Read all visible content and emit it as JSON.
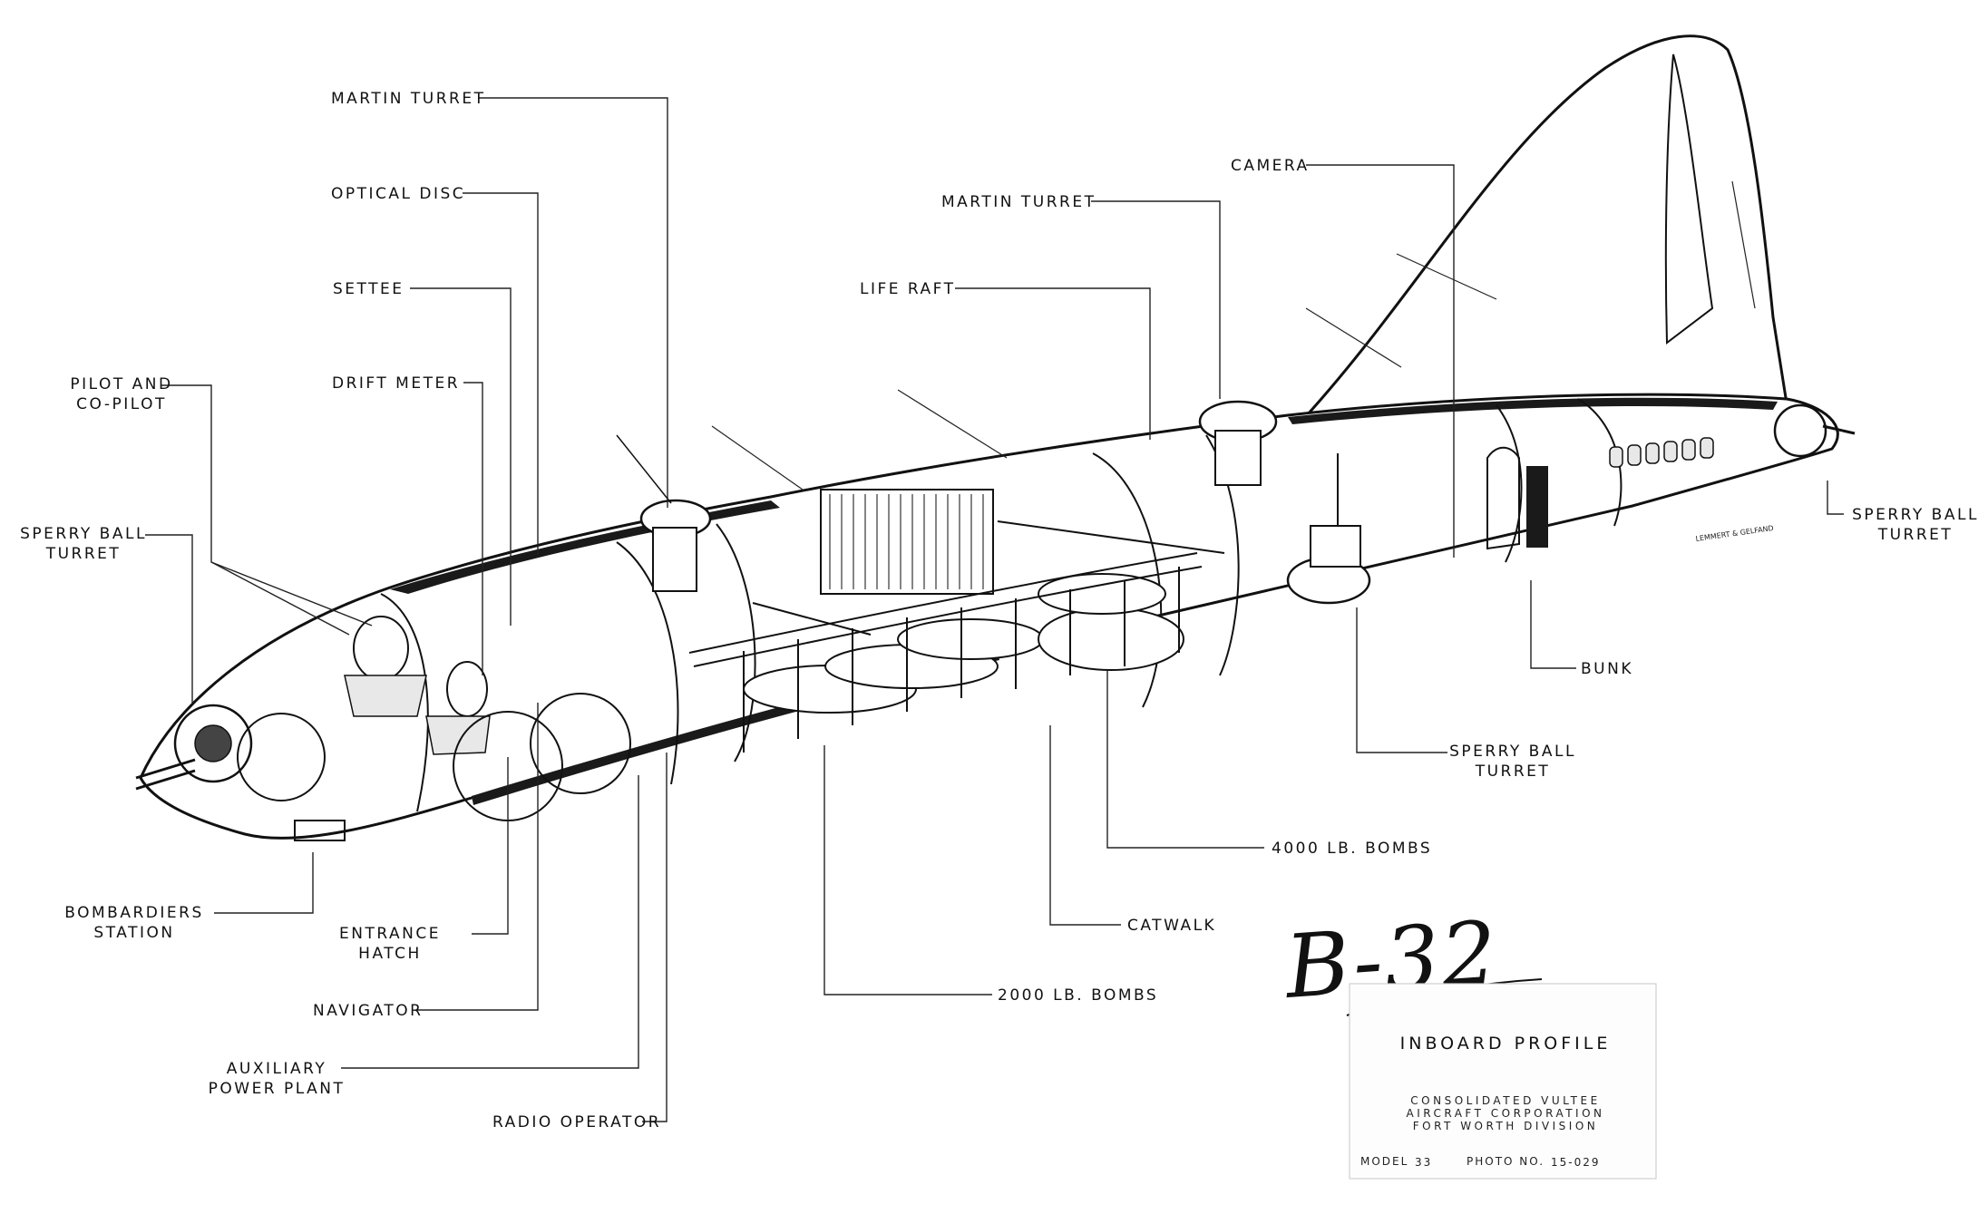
{
  "labels": {
    "martin_turret_fwd": "MARTIN TURRET",
    "optical_disc": "OPTICAL DISC",
    "settee": "SETTEE",
    "pilot_line1": "PILOT AND",
    "pilot_line2": "CO-PILOT",
    "drift_meter": "DRIFT METER",
    "sperry_nose_line1": "SPERRY BALL",
    "sperry_nose_line2": "TURRET",
    "bombardier_line1": "BOMBARDIERS",
    "bombardier_line2": "STATION",
    "entrance_line1": "ENTRANCE",
    "entrance_line2": "HATCH",
    "navigator": "NAVIGATOR",
    "aux_line1": "AUXILIARY",
    "aux_line2": "POWER PLANT",
    "radio_operator": "RADIO OPERATOR",
    "life_raft": "LIFE RAFT",
    "martin_turret_aft": "MARTIN TURRET",
    "camera": "CAMERA",
    "sperry_tail_line1": "SPERRY BALL",
    "sperry_tail_line2": "TURRET",
    "bunk": "BUNK",
    "sperry_belly_line1": "SPERRY BALL",
    "sperry_belly_line2": "TURRET",
    "bombs_4000": "4000 LB. BOMBS",
    "catwalk": "CATWALK",
    "bombs_2000": "2000 LB. BOMBS"
  },
  "title_card": {
    "handwritten_title": "B-32",
    "title": "INBOARD PROFILE",
    "company_line1": "CONSOLIDATED VULTEE",
    "company_line2": "AIRCRAFT CORPORATION",
    "company_line3": "FORT WORTH DIVISION",
    "model_label": "MODEL",
    "model_value": "33",
    "photo_label": "PHOTO NO.",
    "photo_value": "15-029"
  },
  "artist_signature": "LEMMERT & GELFAND"
}
